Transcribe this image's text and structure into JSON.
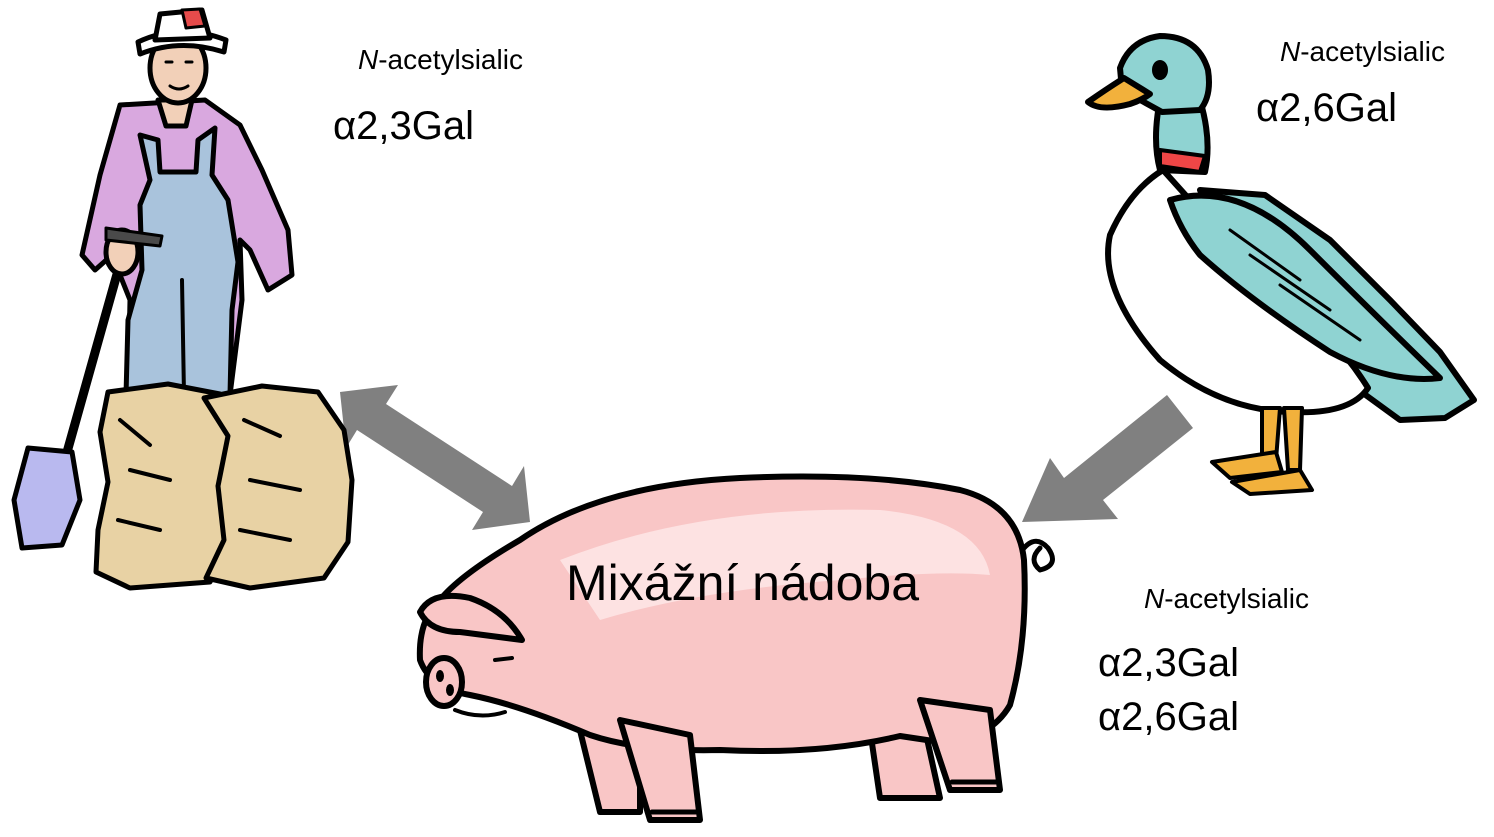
{
  "human": {
    "prefix_italic": "N",
    "prefix_rest": "-acetylsialic",
    "linkage": "α2,3Gal"
  },
  "bird": {
    "prefix_italic": "N",
    "prefix_rest": "-acetylsialic",
    "linkage": "α2,6Gal"
  },
  "pig": {
    "title": "Mixážní nádoba",
    "prefix_italic": "N",
    "prefix_rest": "-acetylsialic",
    "linkages": [
      "α2,3Gal",
      "α2,6Gal"
    ]
  },
  "colors": {
    "arrow": "#808080",
    "pig_body": "#f9c6c6",
    "duck_teal": "#8fd3d2",
    "overalls": "#a9c3dc",
    "shirt": "#d9a8df",
    "sacks": "#e8d2a4"
  },
  "icons": {
    "human": "farmer-icon",
    "bird": "duck-icon",
    "pig": "pig-icon",
    "arrows": [
      "double-arrow-icon",
      "arrow-icon"
    ]
  }
}
